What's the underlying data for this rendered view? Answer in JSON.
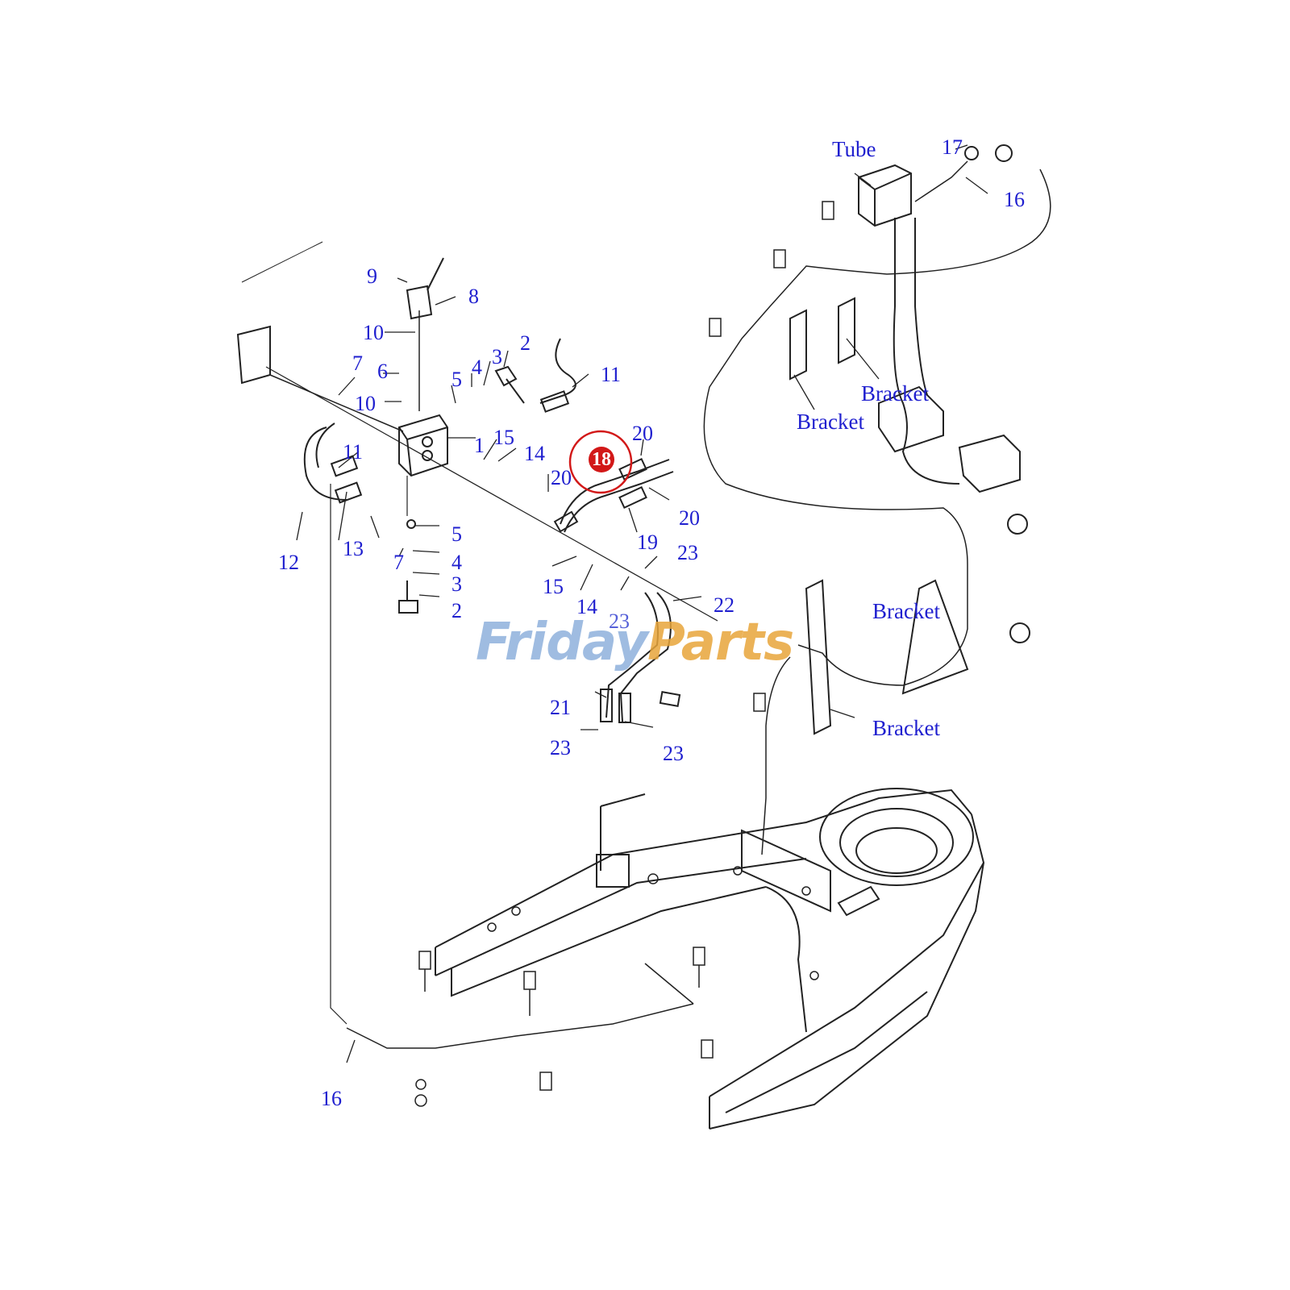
{
  "callouts": {
    "n1": "1",
    "n2a": "2",
    "n2b": "2",
    "n3a": "3",
    "n3b": "3",
    "n4a": "4",
    "n4b": "4",
    "n5a": "5",
    "n5b": "5",
    "n6": "6",
    "n7a": "7",
    "n7b": "7",
    "n8": "8",
    "n9": "9",
    "n10a": "10",
    "n10b": "10",
    "n11a": "11",
    "n11b": "11",
    "n12": "12",
    "n13": "13",
    "n14a": "14",
    "n14b": "14",
    "n15a": "15",
    "n15b": "15",
    "n16a": "16",
    "n16b": "16",
    "n17": "17",
    "n18": "18",
    "n19": "19",
    "n20a": "20",
    "n20b": "20",
    "n20c": "20",
    "n21": "21",
    "n22": "22",
    "n23a": "23",
    "n23b": "23",
    "n23c": "23",
    "n23d": "23"
  },
  "names": {
    "tube": "Tube",
    "bracket_1": "Bracket",
    "bracket_2": "Bracket",
    "bracket_3": "Bracket",
    "bracket_4": "Bracket"
  },
  "watermark": {
    "part1": "Friday",
    "part2": "Parts"
  },
  "colors": {
    "label": "#1f1fcf",
    "highlight": "#d21818",
    "watermark": "#8fb1dc",
    "line": "#222222"
  }
}
